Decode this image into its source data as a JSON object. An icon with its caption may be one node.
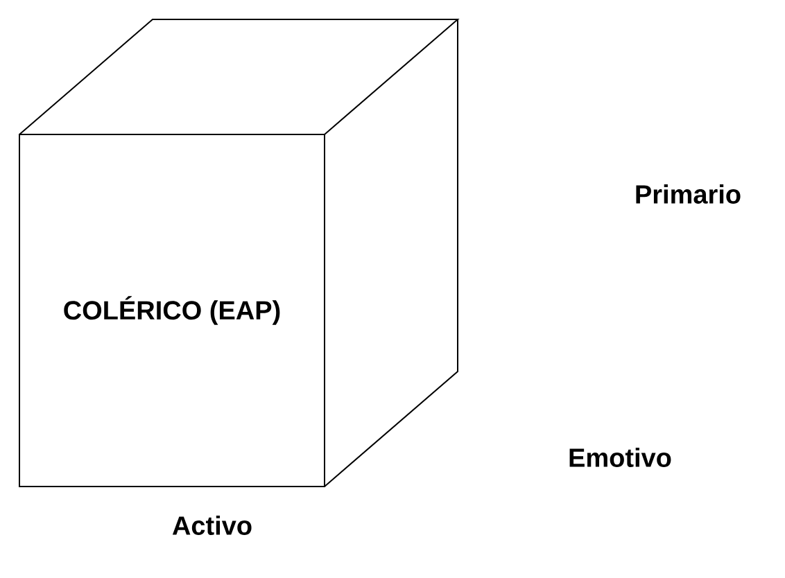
{
  "diagram": {
    "nodes": [
      {
        "text": [
          "COLÉRICO (EAP)"
        ]
      }
    ],
    "labels": [
      "Primario",
      "Emotivo",
      "Activo"
    ]
  }
}
